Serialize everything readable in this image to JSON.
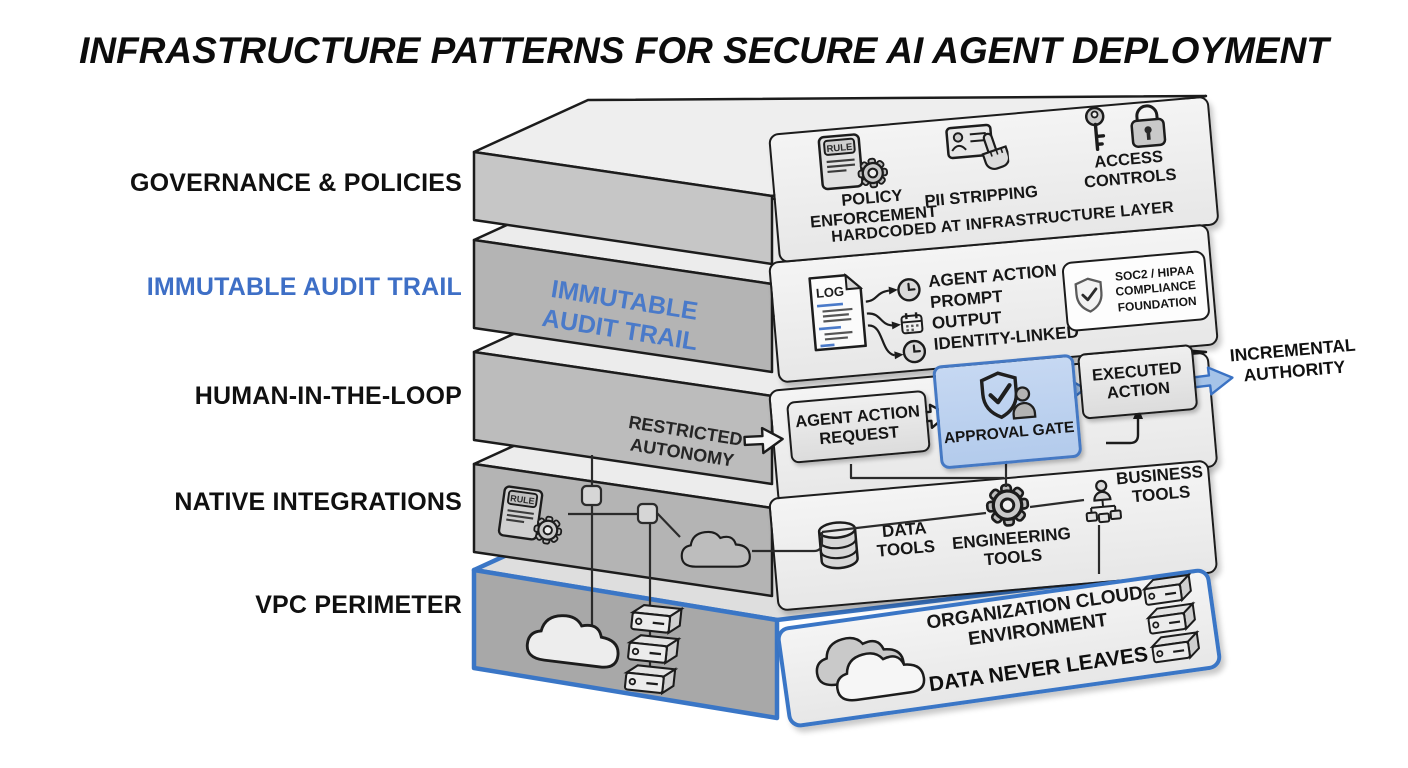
{
  "title": "INFRASTRUCTURE PATTERNS FOR SECURE AI AGENT DEPLOYMENT",
  "layers": [
    {
      "label": "GOVERNANCE & POLICIES"
    },
    {
      "label": "IMMUTABLE AUDIT TRAIL"
    },
    {
      "label": "HUMAN-IN-THE-LOOP"
    },
    {
      "label": "NATIVE INTEGRATIONS"
    },
    {
      "label": "VPC PERIMETER"
    }
  ],
  "governance": {
    "items": [
      {
        "label": "POLICY ENFORCEMENT"
      },
      {
        "label": "PII STRIPPING"
      },
      {
        "label": "ACCESS CONTROLS"
      }
    ],
    "footer": "HARDCODED AT INFRASTRUCTURE LAYER",
    "rule_doc_text": "RULE"
  },
  "audit": {
    "face_label": "IMMUTABLE AUDIT TRAIL",
    "log_doc_text": "LOG",
    "events": [
      "AGENT ACTION",
      "PROMPT",
      "OUTPUT",
      "IDENTITY-LINKED"
    ],
    "badge_text": "SOC2 / HIPAA COMPLIANCE FOUNDATION"
  },
  "hitl": {
    "restricted": "RESTRICTED AUTONOMY",
    "request": "AGENT ACTION REQUEST",
    "gate": "APPROVAL GATE",
    "executed": "EXECUTED ACTION",
    "incremental": "INCREMENTAL AUTHORITY"
  },
  "native": {
    "rule_doc_text": "RULE",
    "tools": [
      {
        "label": "DATA TOOLS"
      },
      {
        "label": "ENGINEERING TOOLS"
      },
      {
        "label": "BUSINESS TOOLS"
      }
    ]
  },
  "vpc": {
    "environment": "ORGANIZATION CLOUD ENVIRONMENT",
    "note": "DATA NEVER LEAVES"
  },
  "colors": {
    "accent_blue": "#3a76c6",
    "accent_blue_fill": "#bcd2ee",
    "label_blue": "#3e6fc6",
    "ink": "#1c1c1c"
  }
}
